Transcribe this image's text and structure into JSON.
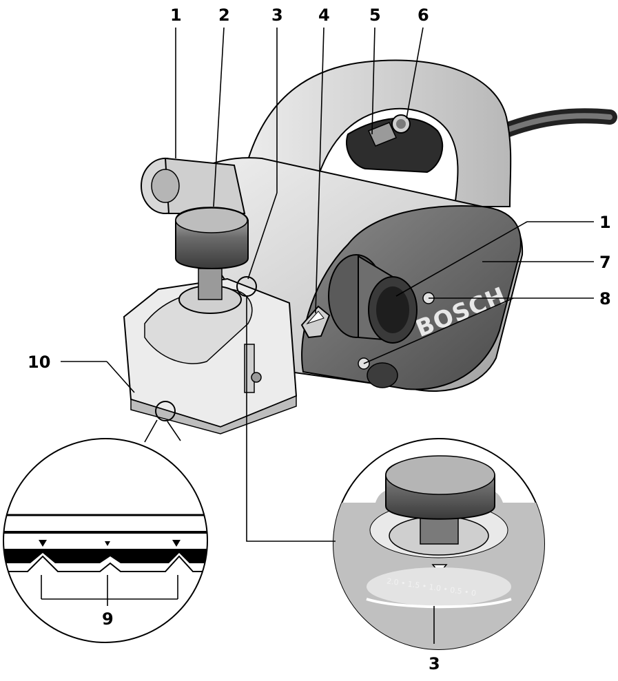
{
  "callouts": {
    "c1_top": "1",
    "c2": "2",
    "c3_top": "3",
    "c4": "4",
    "c5": "5",
    "c6": "6",
    "c1_right": "1",
    "c7": "7",
    "c8": "8",
    "c10": "10",
    "c9": "9",
    "c3_bottom": "3"
  },
  "brand": {
    "logo_text": "BOSCH"
  },
  "depth_scale": {
    "marks": [
      "2.0",
      "1.5",
      "1.0",
      "0.5",
      "0"
    ],
    "label": "2.0 • 1.5 • 1.0 • 0.5 • 0"
  },
  "colors": {
    "ink": "#000000",
    "body_light": "#e6e6e6",
    "body_mid": "#bdbdbd",
    "body_dark": "#6e6e6e",
    "paper": "#ffffff"
  }
}
